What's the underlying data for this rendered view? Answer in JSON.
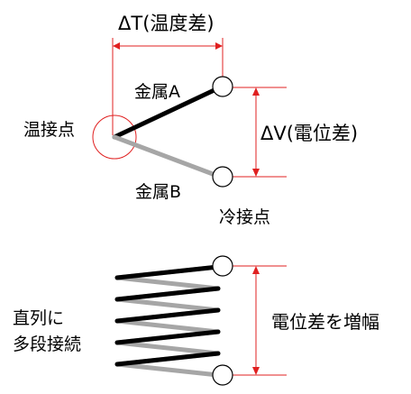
{
  "labels": {
    "delta_t": "ΔT(温度差)",
    "metal_a": "金属A",
    "metal_b": "金属B",
    "hot_junction": "温接点",
    "cold_junction": "冷接点",
    "delta_v": "ΔV(電位差)",
    "series_line1": "直列に",
    "series_line2": "多段接続",
    "amplify": "電位差を増幅"
  },
  "colors": {
    "red": "#e02020",
    "metal_a": "#000000",
    "metal_b": "#a6a6a6",
    "terminal_fill": "#ffffff",
    "terminal_stroke": "#000000"
  }
}
